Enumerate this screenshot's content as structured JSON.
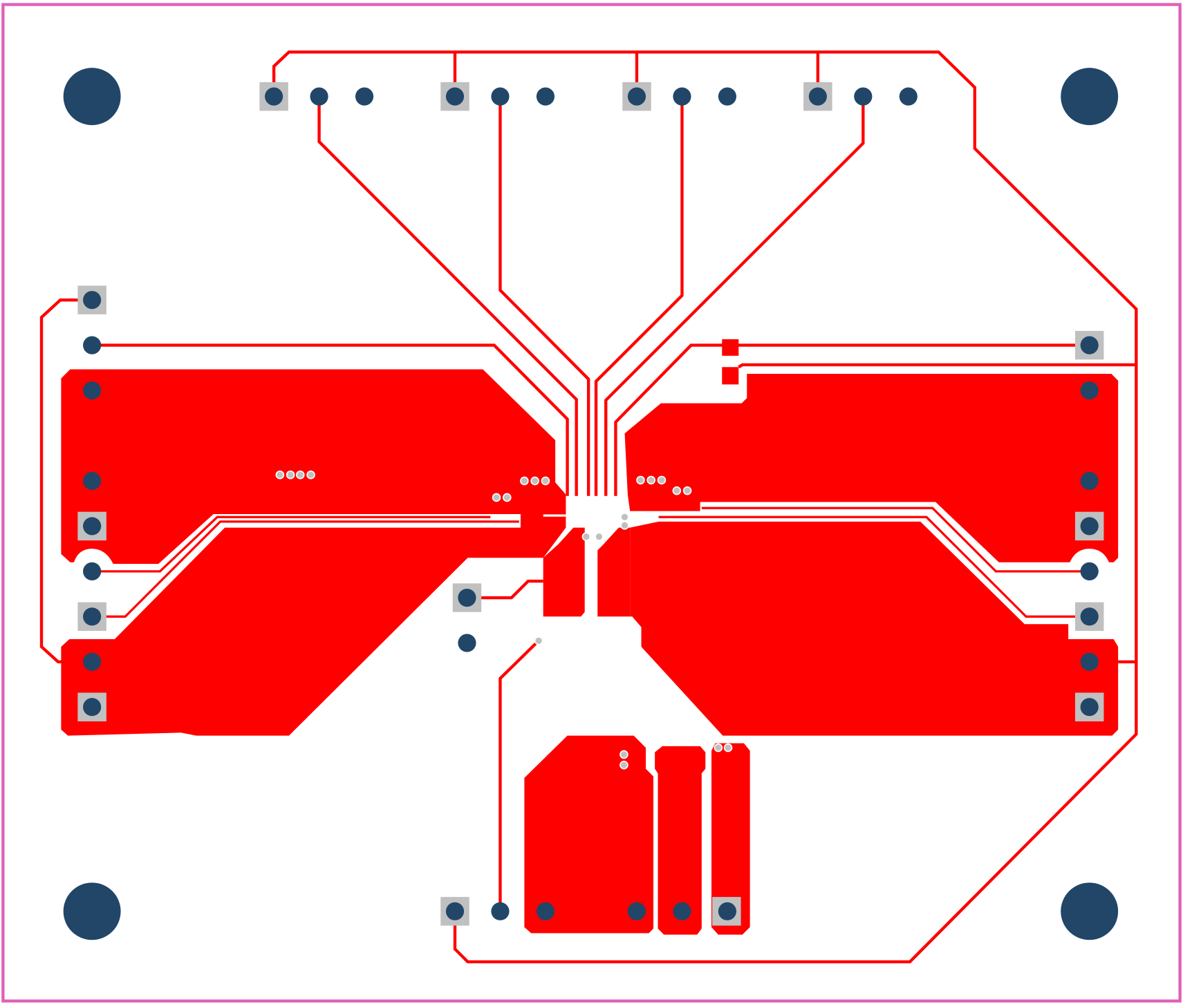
{
  "board": {
    "layer": "top-copper",
    "colors": {
      "background": "#ffffff",
      "outline": "#e060b8",
      "copper": "#ff0000",
      "pad": "#214668",
      "square_pad": "#c0c0c0",
      "via": "#c0c0c0"
    },
    "mounting_holes": 4,
    "connector_header_pins": 12
  }
}
